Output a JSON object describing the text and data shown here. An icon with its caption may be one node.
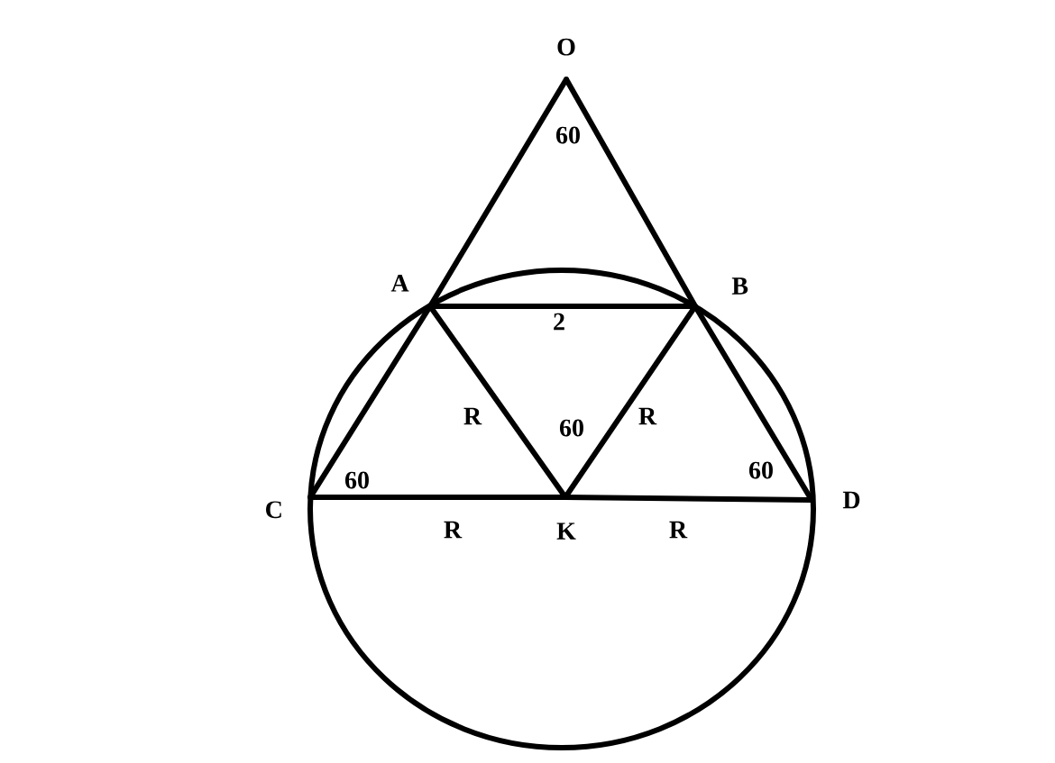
{
  "diagram": {
    "nodes": [
      {
        "text": [
          "O"
        ]
      },
      {
        "text": [
          "A"
        ]
      },
      {
        "text": [
          "B"
        ]
      },
      {
        "text": [
          "C"
        ]
      },
      {
        "text": [
          "D"
        ]
      },
      {
        "text": [
          "K"
        ]
      }
    ],
    "edges": [
      {
        "from": 0,
        "to": 1,
        "arrow": "none"
      },
      {
        "from": 1,
        "to": 3,
        "arrow": "none"
      },
      {
        "from": 0,
        "to": 2,
        "arrow": "none"
      },
      {
        "from": 2,
        "to": 4,
        "arrow": "none"
      },
      {
        "from": 1,
        "to": 2,
        "arrow": "none",
        "label": "2"
      },
      {
        "from": 1,
        "to": 5,
        "arrow": "none",
        "label": "R"
      },
      {
        "from": 5,
        "to": 2,
        "arrow": "none",
        "label": "R"
      },
      {
        "from": 3,
        "to": 5,
        "arrow": "none",
        "label": "R"
      },
      {
        "from": 5,
        "to": 4,
        "arrow": "none",
        "label": "R"
      }
    ],
    "labels": [
      "60",
      "60",
      "60",
      "60"
    ]
  }
}
